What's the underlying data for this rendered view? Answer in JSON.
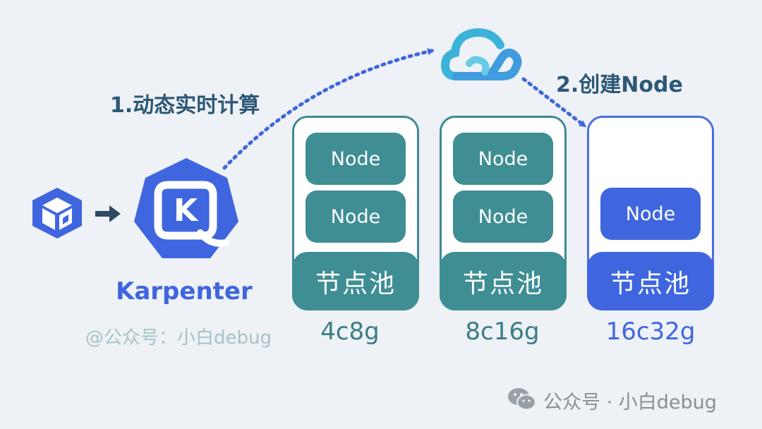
{
  "steps": {
    "step1": "1.动态实时计算",
    "step2": "2.创建Node"
  },
  "karpenter": {
    "name": "Karpenter",
    "logo_letter": "K"
  },
  "credit": "@公众号：小白debug",
  "pools": [
    {
      "nodes": [
        "Node",
        "Node"
      ],
      "label": "节点池",
      "spec": "4c8g",
      "color": "#3e8e94"
    },
    {
      "nodes": [
        "Node",
        "Node"
      ],
      "label": "节点池",
      "spec": "8c16g",
      "color": "#3e8e94"
    },
    {
      "nodes": [
        "Node"
      ],
      "label": "节点池",
      "spec": "16c32g",
      "color": "#3f66de"
    }
  ],
  "footer": {
    "text": "公众号 · 小白debug",
    "icon": "wechat-icon"
  },
  "icons": [
    "gke-cube-icon",
    "arrow-right-icon",
    "karpenter-logo-icon",
    "cloud-icon"
  ]
}
